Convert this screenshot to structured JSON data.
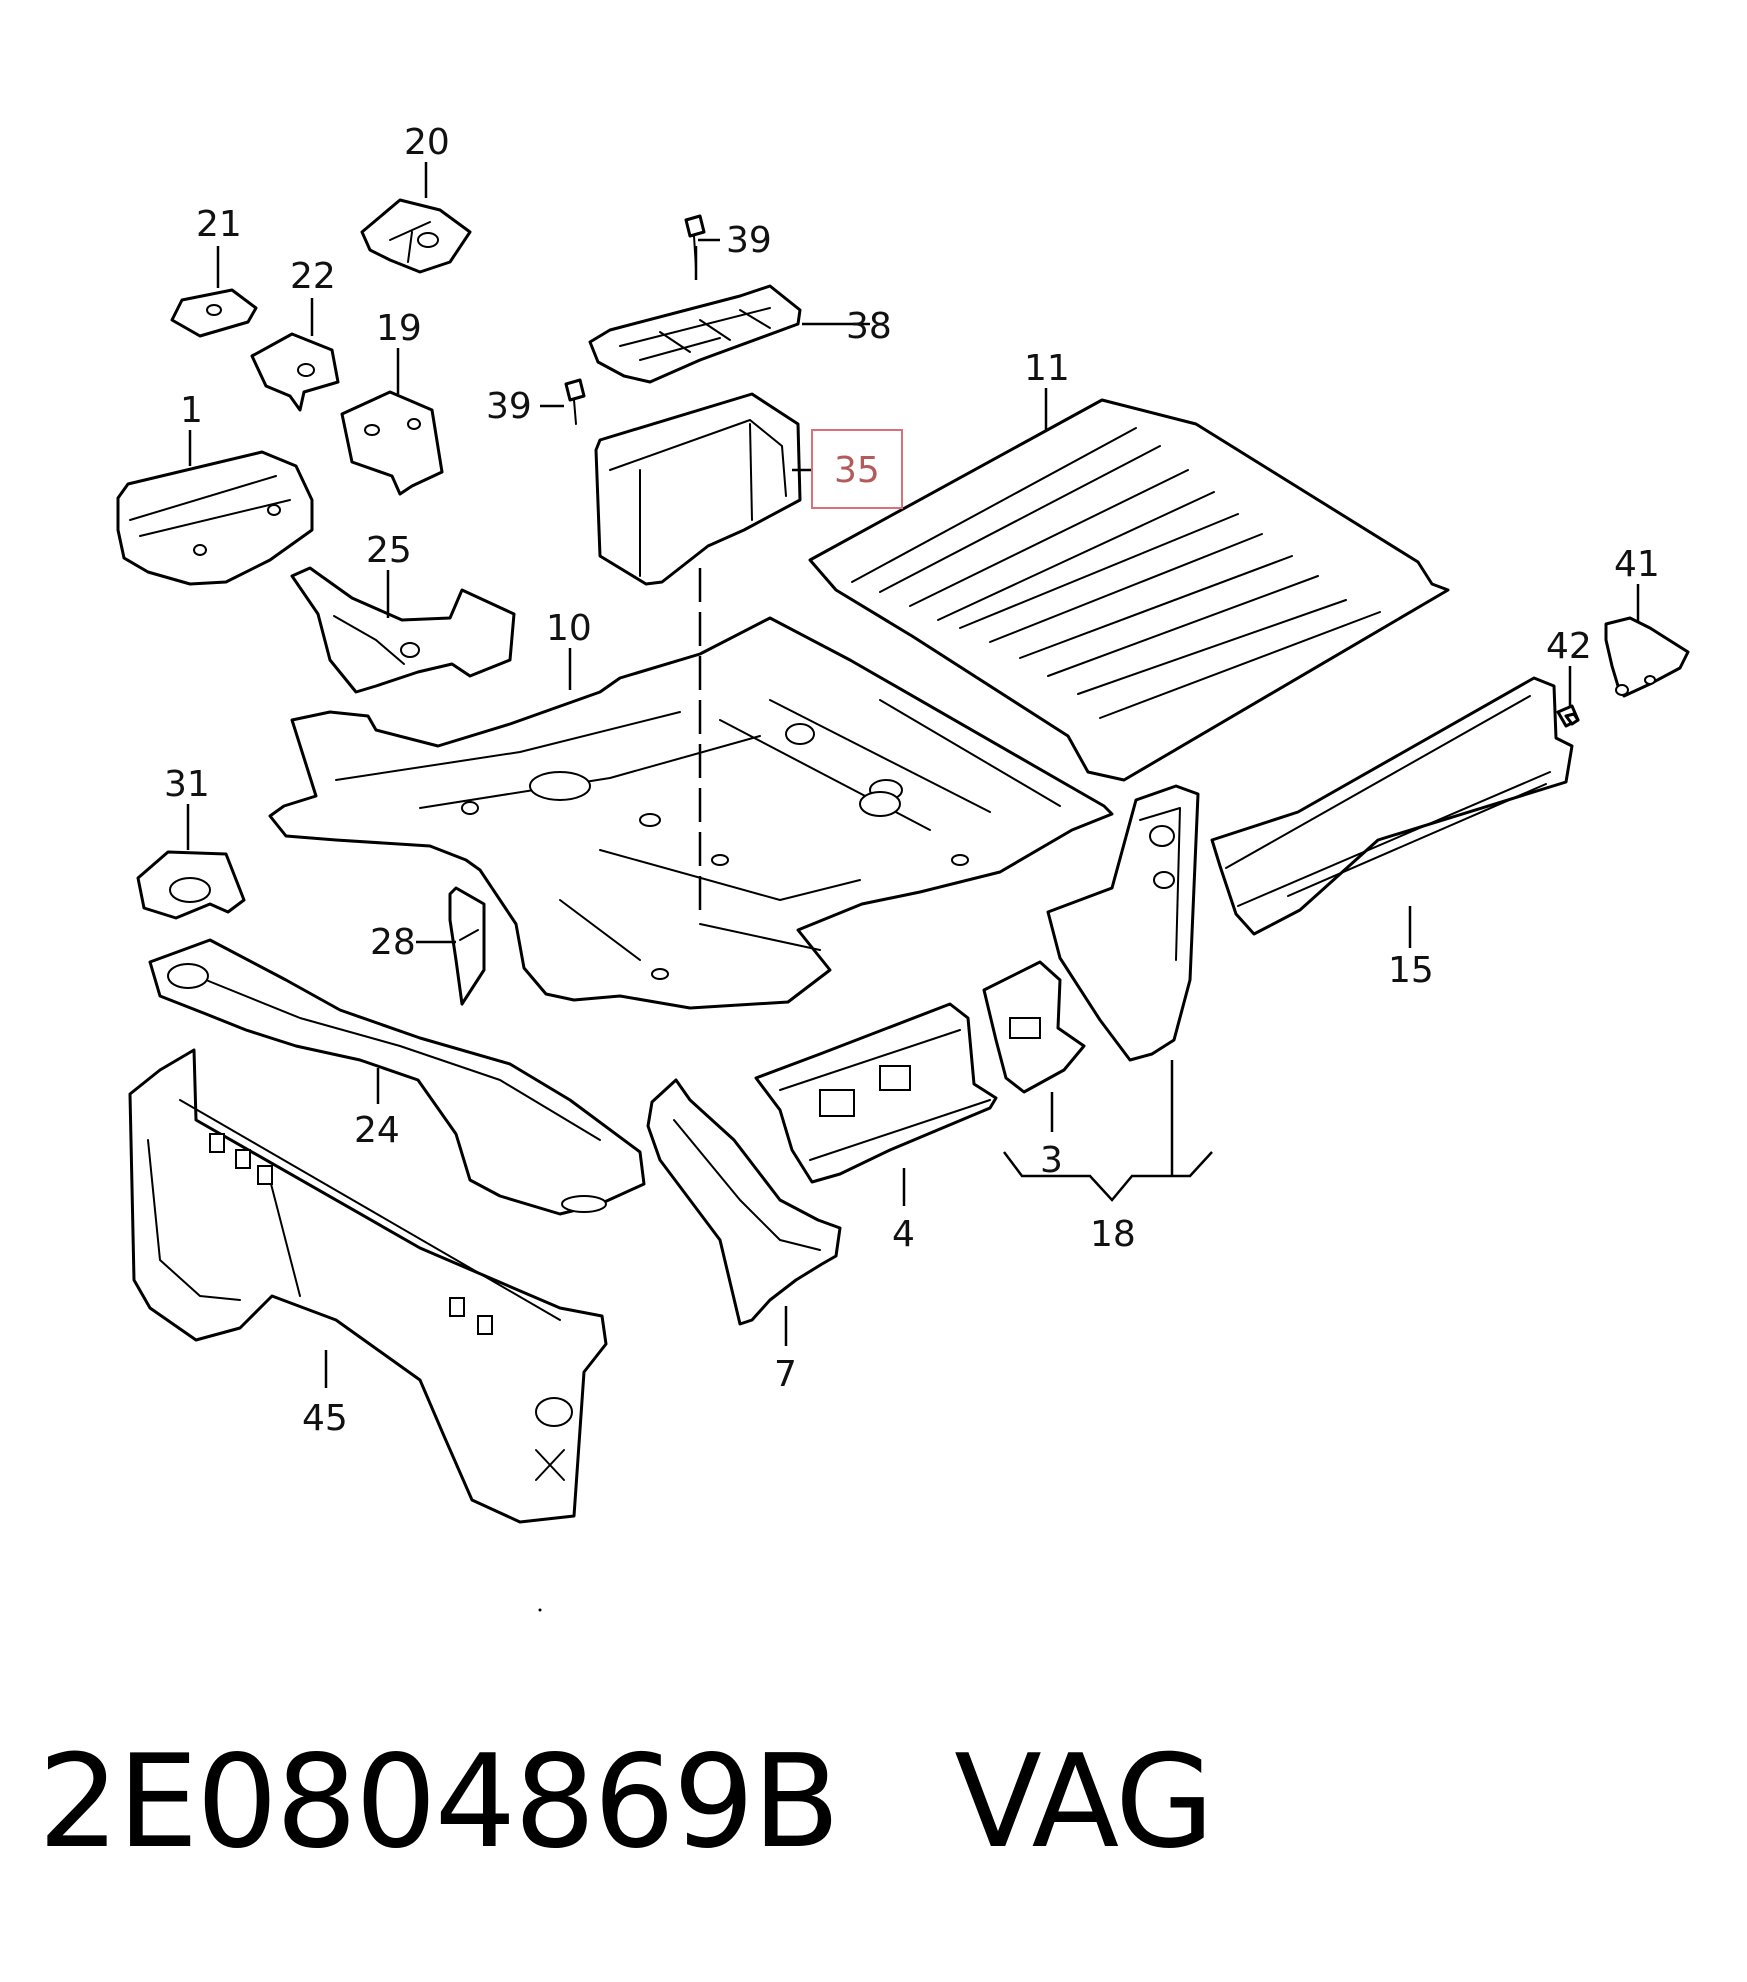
{
  "diagram": {
    "highlight_color": "#d9707a",
    "callouts": {
      "c1": "1",
      "c3": "3",
      "c4": "4",
      "c7": "7",
      "c10": "10",
      "c11": "11",
      "c15": "15",
      "c18": "18",
      "c19": "19",
      "c20": "20",
      "c21": "21",
      "c22": "22",
      "c24": "24",
      "c25": "25",
      "c28": "28",
      "c31": "31",
      "c35": "35",
      "c38": "38",
      "c39a": "39",
      "c39b": "39",
      "c41": "41",
      "c42": "42",
      "c45": "45"
    },
    "highlighted_callout": "35"
  },
  "caption": {
    "part_number": "2E0804869B",
    "brand": "VAG"
  }
}
